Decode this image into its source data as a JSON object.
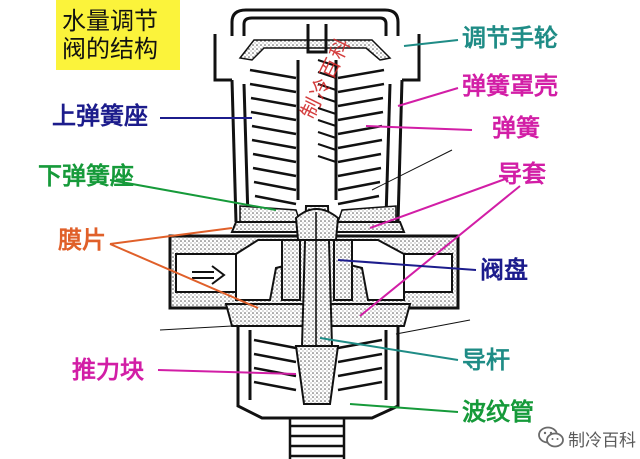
{
  "title": {
    "line1": "水量调节",
    "line2": "阀的结构"
  },
  "labels": {
    "adjust_handwheel": "调节手轮",
    "spring_housing": "弹簧罩壳",
    "upper_spring_seat": "上弹簧座",
    "spring": "弹簧",
    "lower_spring_seat": "下弹簧座",
    "guide_sleeve": "导套",
    "diaphragm": "膜片",
    "valve_disc": "阀盘",
    "guide_rod": "导杆",
    "push_block": "推力块",
    "bellows": "波纹管"
  },
  "stamp_text": "制冷百科",
  "watermark": {
    "text": "制冷百科"
  },
  "colors": {
    "title_bg": "#fbf33b",
    "teal": "#1f8c86",
    "magenta": "#d21ea6",
    "navy": "#1c1c8c",
    "orange": "#e0602a",
    "green": "#169a3a",
    "stipple": "#cfcfcf"
  }
}
